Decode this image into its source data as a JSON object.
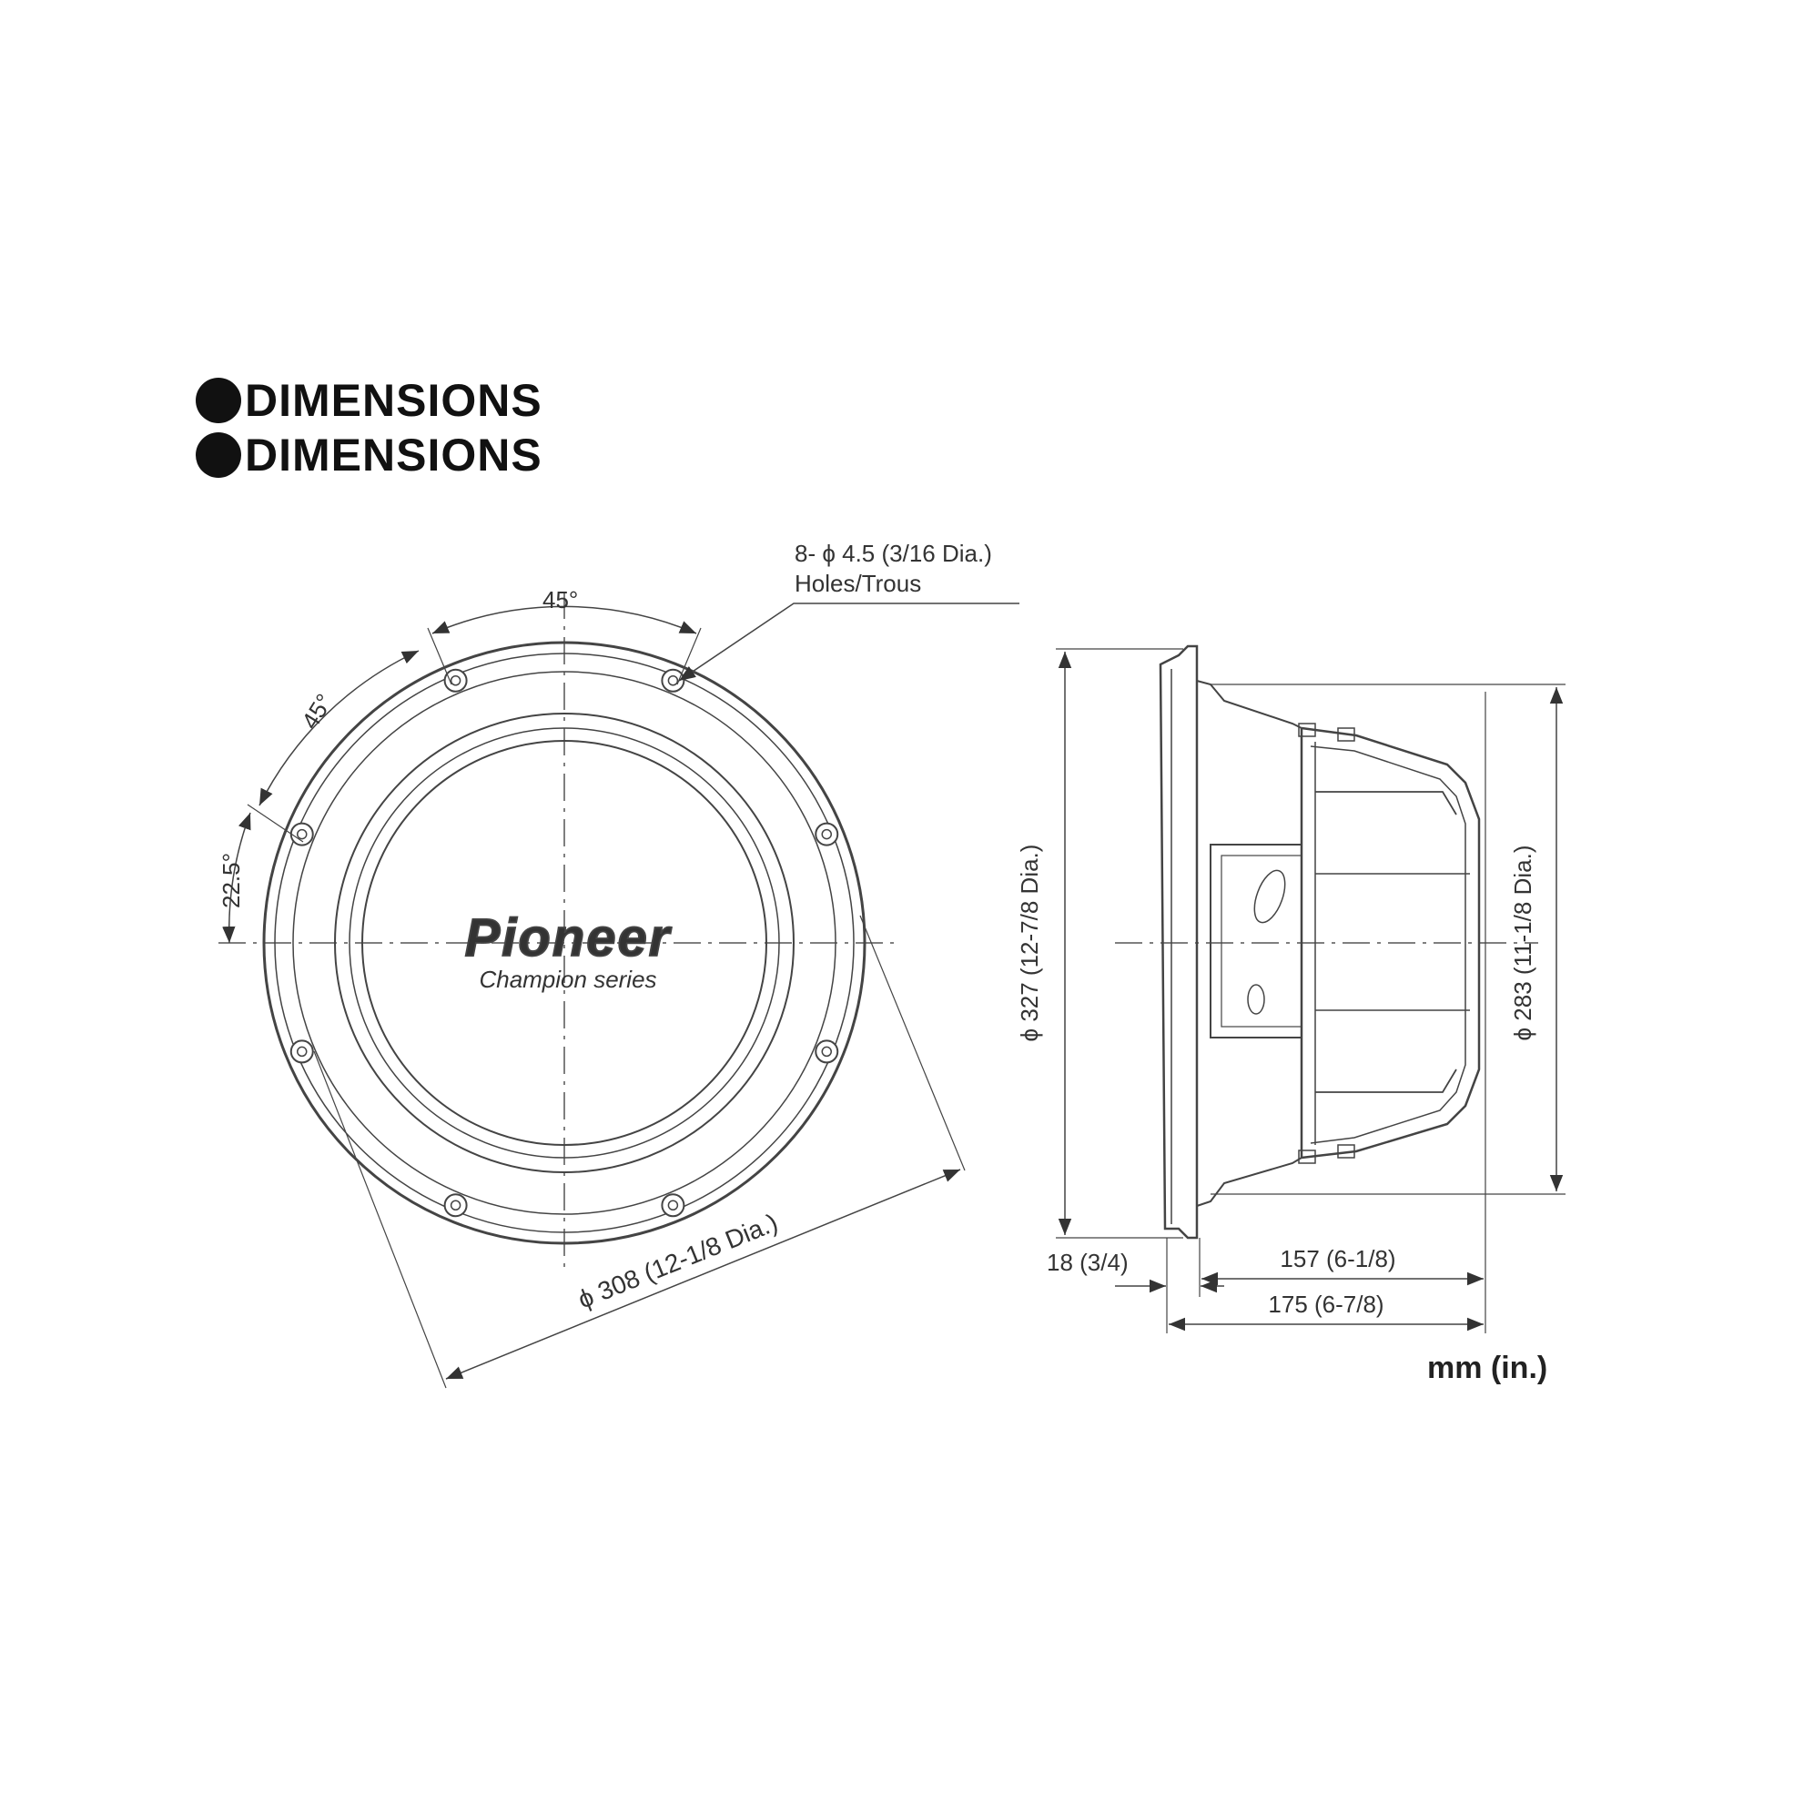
{
  "headings": [
    "DIMENSIONS",
    "DIMENSIONS"
  ],
  "front_view": {
    "holes_label_line1": "8- ϕ 4.5 (3/16 Dia.)",
    "holes_label_line2": "Holes/Trous",
    "angle_top": "45°",
    "angle_left": "45°",
    "angle_small": "22.5°",
    "diameter": "ϕ 308 (12-1/8 Dia.)",
    "logo_brand": "Pioneer",
    "logo_series": "Champion series"
  },
  "side_view": {
    "outer_diameter": "ϕ 327 (12-7/8 Dia.)",
    "basket_diameter": "ϕ 283 (11-1/8 Dia.)",
    "flange_depth": "18 (3/4)",
    "mount_depth": "157 (6-1/8)",
    "total_depth": "175 (6-7/8)"
  },
  "units": "mm (in.)"
}
